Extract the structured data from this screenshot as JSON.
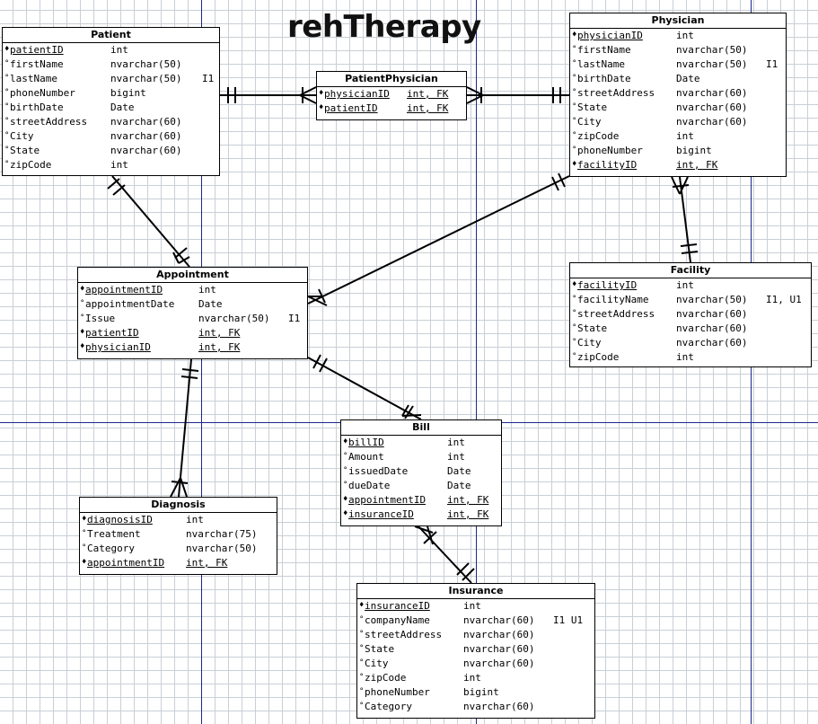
{
  "title": "rehTherapy",
  "entities": {
    "patient": {
      "name": "Patient",
      "attrs": [
        {
          "mark": "♦",
          "name": "patientID",
          "type": "int",
          "extra": ""
        },
        {
          "mark": "°",
          "name": "firstName",
          "type": "nvarchar(50)",
          "extra": ""
        },
        {
          "mark": "°",
          "name": "lastName",
          "type": "nvarchar(50)",
          "extra": "I1"
        },
        {
          "mark": "°",
          "name": "phoneNumber",
          "type": "bigint",
          "extra": ""
        },
        {
          "mark": "°",
          "name": "birthDate",
          "type": "Date",
          "extra": ""
        },
        {
          "mark": "°",
          "name": "streetAddress",
          "type": "nvarchar(60)",
          "extra": ""
        },
        {
          "mark": "°",
          "name": "City",
          "type": "nvarchar(60)",
          "extra": ""
        },
        {
          "mark": "°",
          "name": "State",
          "type": "nvarchar(60)",
          "extra": ""
        },
        {
          "mark": "°",
          "name": "zipCode",
          "type": "int",
          "extra": ""
        }
      ]
    },
    "patient_physician": {
      "name": "PatientPhysician",
      "attrs": [
        {
          "mark": "♦",
          "name": "physicianID",
          "type": "int, FK",
          "extra": ""
        },
        {
          "mark": "♦",
          "name": "patientID",
          "type": "int, FK",
          "extra": ""
        }
      ]
    },
    "physician": {
      "name": "Physician",
      "attrs": [
        {
          "mark": "♦",
          "name": "physicianID",
          "type": "int",
          "extra": ""
        },
        {
          "mark": "°",
          "name": "firstName",
          "type": "nvarchar(50)",
          "extra": ""
        },
        {
          "mark": "°",
          "name": "lastName",
          "type": "nvarchar(50)",
          "extra": "I1"
        },
        {
          "mark": "°",
          "name": "birthDate",
          "type": "Date",
          "extra": ""
        },
        {
          "mark": "°",
          "name": "streetAddress",
          "type": "nvarchar(60)",
          "extra": ""
        },
        {
          "mark": "°",
          "name": "State",
          "type": "nvarchar(60)",
          "extra": ""
        },
        {
          "mark": "°",
          "name": "City",
          "type": "nvarchar(60)",
          "extra": ""
        },
        {
          "mark": "°",
          "name": "zipCode",
          "type": "int",
          "extra": ""
        },
        {
          "mark": "°",
          "name": "phoneNumber",
          "type": "bigint",
          "extra": ""
        },
        {
          "mark": "♦",
          "name": "facilityID",
          "type": "int, FK",
          "extra": ""
        }
      ]
    },
    "facility": {
      "name": "Facility",
      "attrs": [
        {
          "mark": "♦",
          "name": "facilityID",
          "type": "int",
          "extra": ""
        },
        {
          "mark": "°",
          "name": "facilityName",
          "type": "nvarchar(50)",
          "extra": "I1, U1"
        },
        {
          "mark": "°",
          "name": "streetAddress",
          "type": "nvarchar(60)",
          "extra": ""
        },
        {
          "mark": "°",
          "name": "State",
          "type": "nvarchar(60)",
          "extra": ""
        },
        {
          "mark": "°",
          "name": "City",
          "type": "nvarchar(60)",
          "extra": ""
        },
        {
          "mark": "°",
          "name": "zipCode",
          "type": "int",
          "extra": ""
        }
      ]
    },
    "appointment": {
      "name": "Appointment",
      "attrs": [
        {
          "mark": "♦",
          "name": "appointmentID",
          "type": "int",
          "extra": ""
        },
        {
          "mark": "°",
          "name": "appointmentDate",
          "type": "Date",
          "extra": ""
        },
        {
          "mark": "°",
          "name": "Issue",
          "type": "nvarchar(50)",
          "extra": "I1"
        },
        {
          "mark": "♦",
          "name": "patientID",
          "type": "int, FK",
          "extra": ""
        },
        {
          "mark": "♦",
          "name": "physicianID",
          "type": "int, FK",
          "extra": ""
        }
      ]
    },
    "bill": {
      "name": "Bill",
      "attrs": [
        {
          "mark": "♦",
          "name": "billID",
          "type": "int",
          "extra": ""
        },
        {
          "mark": "°",
          "name": "Amount",
          "type": "int",
          "extra": ""
        },
        {
          "mark": "°",
          "name": "issuedDate",
          "type": "Date",
          "extra": ""
        },
        {
          "mark": "°",
          "name": "dueDate",
          "type": "Date",
          "extra": ""
        },
        {
          "mark": "♦",
          "name": "appointmentID",
          "type": "int, FK",
          "extra": ""
        },
        {
          "mark": "♦",
          "name": "insuranceID",
          "type": "int, FK",
          "extra": ""
        }
      ]
    },
    "diagnosis": {
      "name": "Diagnosis",
      "attrs": [
        {
          "mark": "♦",
          "name": "diagnosisID",
          "type": "int",
          "extra": ""
        },
        {
          "mark": "°",
          "name": "Treatment",
          "type": "nvarchar(75)",
          "extra": ""
        },
        {
          "mark": "°",
          "name": "Category",
          "type": "nvarchar(50)",
          "extra": ""
        },
        {
          "mark": "♦",
          "name": "appointmentID",
          "type": "int, FK",
          "extra": ""
        }
      ]
    },
    "insurance": {
      "name": "Insurance",
      "attrs": [
        {
          "mark": "♦",
          "name": "insuranceID",
          "type": "int",
          "extra": ""
        },
        {
          "mark": "°",
          "name": "companyName",
          "type": "nvarchar(60)",
          "extra": "I1 U1"
        },
        {
          "mark": "°",
          "name": "streetAddress",
          "type": "nvarchar(60)",
          "extra": ""
        },
        {
          "mark": "°",
          "name": "State",
          "type": "nvarchar(60)",
          "extra": ""
        },
        {
          "mark": "°",
          "name": "City",
          "type": "nvarchar(60)",
          "extra": ""
        },
        {
          "mark": "°",
          "name": "zipCode",
          "type": "int",
          "extra": ""
        },
        {
          "mark": "°",
          "name": "phoneNumber",
          "type": "bigint",
          "extra": ""
        },
        {
          "mark": "°",
          "name": "Category",
          "type": "nvarchar(60)",
          "extra": ""
        }
      ]
    }
  }
}
